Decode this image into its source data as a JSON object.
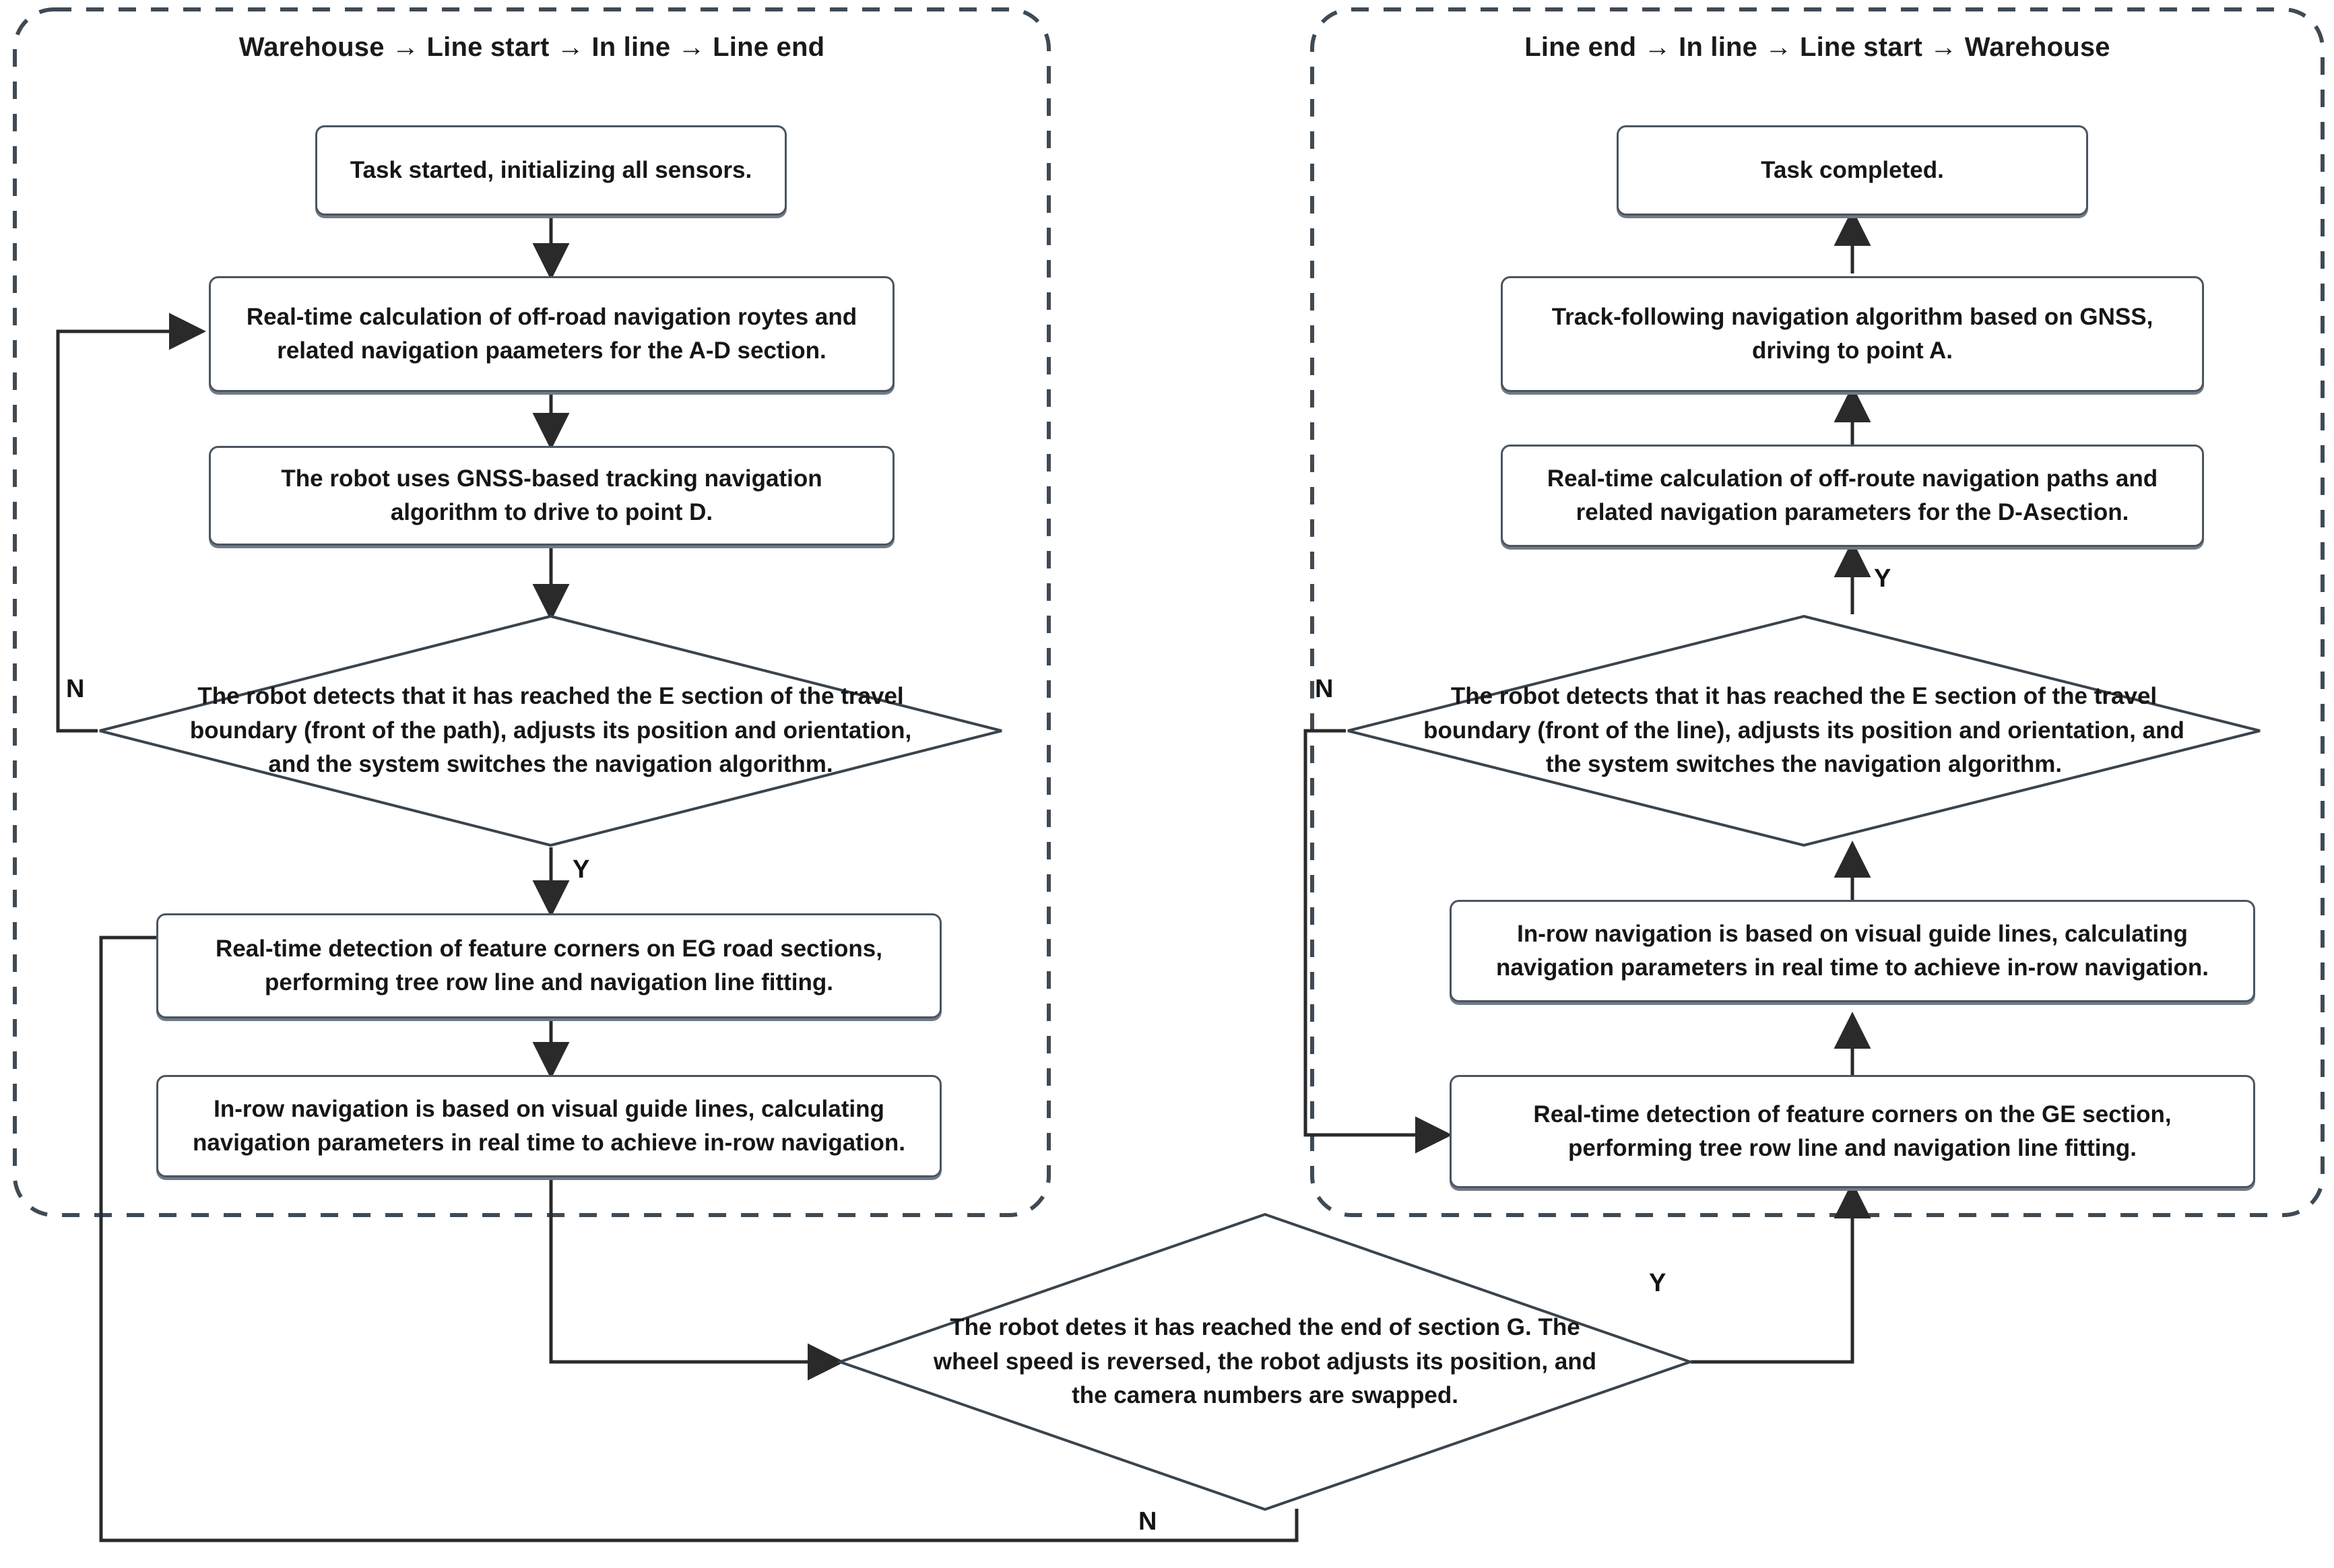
{
  "diagram": {
    "type": "flowchart",
    "title_left": "Warehouse → Line start → In line → Line end",
    "title_right": "Line end → In line → Line start → Warehouse",
    "colors": {
      "node_border": "#4a5560",
      "node_shadow": "#707b86",
      "container_dash": "#3f4a55",
      "connector": "#2a2a2a",
      "text": "#161616",
      "background": "#ffffff"
    },
    "left_panel": {
      "title": "Warehouse → Line start → In line → Line end",
      "nodes": [
        {
          "id": "L1",
          "shape": "process",
          "text": "Task started, initializing all sensors."
        },
        {
          "id": "L2",
          "shape": "process",
          "text": "Real-time calculation of off-road navigation roytes and related navigation paameters for the A-D section.",
          "line1": "Real-time calculation of off-road navigation roytes and",
          "line2": "related navigation paameters for the A-D section."
        },
        {
          "id": "L3",
          "shape": "process",
          "text": "The robot uses GNSS-based tracking navigation algorithm to drive to point D.",
          "line1": "The robot uses GNSS-based tracking navigation",
          "line2": "algorithm to drive to point D."
        },
        {
          "id": "L4",
          "shape": "decision",
          "text": "The robot detects that it has reached the E section of the travel boundary (front of the path), adjusts its position and orientation, and the system switches the navigation algorithm.",
          "line1": "The robot detects that it has reached the",
          "line2": "E section of the travel boundary (front of the path),",
          "line3": "adjusts its position and orientation, and the system",
          "line4": "switches the navigation algorithm."
        },
        {
          "id": "L5",
          "shape": "process",
          "text": "Real-time detection of feature corners on EG road sections, performing tree row line and navigation line fitting.",
          "line1": "Real-time detection of feature corners on EG road sections,",
          "line2": "performing tree row line and navigation line fitting."
        },
        {
          "id": "L6",
          "shape": "process",
          "text": "In-row navigation is based on visual guide lines, calculating navigation parameters in real time to achieve in-row navigation.",
          "line1": "In-row navigation is based on visual guide lines, calculating",
          "line2": "navigation parameters in real time to achieve in-row navigation."
        }
      ],
      "edge_labels": {
        "decision_no": "N",
        "decision_yes": "Y"
      }
    },
    "right_panel": {
      "title": "Line end → In line → Line start → Warehouse",
      "nodes": [
        {
          "id": "R1",
          "shape": "process",
          "text": "Task completed."
        },
        {
          "id": "R2",
          "shape": "process",
          "text": "Track-following navigation algorithm based on GNSS, driving to point A.",
          "line1": "Track-following navigation algorithm based on GNSS,",
          "line2": "driving to point A."
        },
        {
          "id": "R3",
          "shape": "process",
          "text": "Real-time calculation of off-route navigation paths and related navigation parameters for the D-Asection.",
          "line1": "Real-time calculation of off-route navigation paths and",
          "line2": "related navigation parameters for the D-Asection."
        },
        {
          "id": "R4",
          "shape": "decision",
          "text": "The robot detects that it has reached the E section of the travel boundary (front of the line), adjusts its position and orientation, and the system switches the navigation algorithm.",
          "line1": "The robot detects that it has reached",
          "line2": "the E section of the travel boundary (front of the line),",
          "line3": "adjusts its position and orientation, and the system",
          "line4": "switches the navigation algorithm."
        },
        {
          "id": "R5",
          "shape": "process",
          "text": "In-row navigation is based on visual guide lines, calculating navigation parameters in real time to achieve in-row navigation.",
          "line1": "In-row navigation is based on visual guide lines, calculating",
          "line2": "navigation parameters in real time to achieve in-row navigation."
        },
        {
          "id": "R6",
          "shape": "process",
          "text": "Real-time detection of feature corners on the GE section, performing tree row line and navigation line fitting.",
          "line1": "Real-time detection of feature corners on the GE section,",
          "line2": "performing tree row line and navigation line fitting."
        }
      ],
      "edge_labels": {
        "decision_no": "N",
        "decision_yes": "Y"
      }
    },
    "bottom_node": {
      "id": "B1",
      "shape": "decision",
      "text": "The robot detes it has reached the end of section G. The wheel speed is reversed, the robot adjusts its position, and the camera numbers are swapped.",
      "line1": "The robot detes it has reached the end of section G.",
      "line2": "The wheel speed is reversed, the robot adjusts",
      "line3": "its position, and the camera numbers are swapped.",
      "edge_labels": {
        "yes": "Y",
        "no": "N"
      }
    }
  }
}
